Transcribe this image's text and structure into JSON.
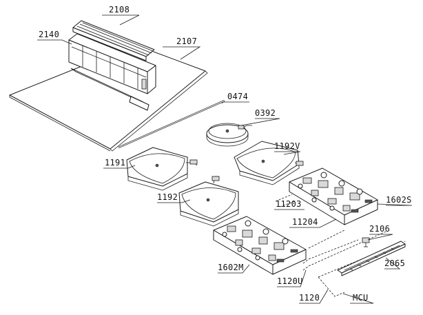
{
  "labels": {
    "l2108": "2108",
    "l2140": "2140",
    "l2107": "2107",
    "l0474": "0474",
    "l0392": "0392",
    "l1192V": "1192V",
    "l1191": "1191",
    "l1192": "1192",
    "l1602S": "1602S",
    "l11203": "11203",
    "l11204": "11204",
    "l2106": "2106",
    "l1602M": "1602M",
    "l2065": "2065",
    "l1120U": "1120U",
    "l1120": "1120",
    "lMCU": "MCU"
  }
}
